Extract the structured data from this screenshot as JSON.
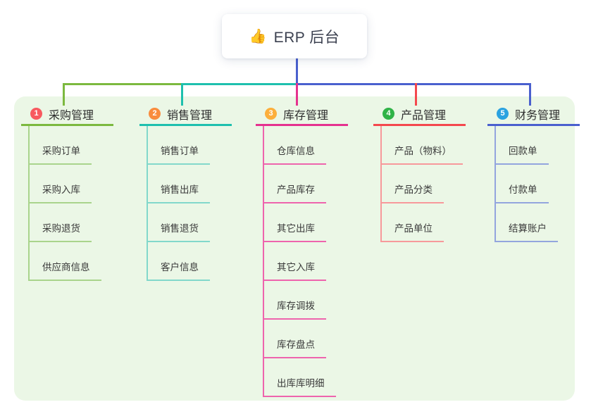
{
  "root": {
    "icon": "👍",
    "label": "ERP 后台"
  },
  "colors": {
    "canvas_bg": "#ffffff",
    "panel_bg": "#ebf7e6",
    "trunk_color": "#4a60ce",
    "root_text": "#3c4150",
    "branch_text": "#2e2e2e",
    "child_text": "#3a3a3a"
  },
  "branches": [
    {
      "num": "1",
      "label": "采购管理",
      "badge_color": "#f8595f",
      "line_color": "#7cb93f",
      "sub_line_color": "#a9d48c",
      "children": [
        "采购订单",
        "采购入库",
        "采购退货",
        "供应商信息"
      ]
    },
    {
      "num": "2",
      "label": "销售管理",
      "badge_color": "#f98c3d",
      "line_color": "#1ec0ae",
      "sub_line_color": "#82d8cb",
      "children": [
        "销售订单",
        "销售出库",
        "销售退货",
        "客户信息"
      ]
    },
    {
      "num": "3",
      "label": "库存管理",
      "badge_color": "#fcaf3c",
      "line_color": "#e5328f",
      "sub_line_color": "#ee64ad",
      "children": [
        "仓库信息",
        "产品库存",
        "其它出库",
        "其它入库",
        "库存调拨",
        "库存盘点",
        "出库库明细"
      ]
    },
    {
      "num": "4",
      "label": "产品管理",
      "badge_color": "#2fb347",
      "line_color": "#f4484e",
      "sub_line_color": "#f7999b",
      "children": [
        "产品（物料）",
        "产品分类",
        "产品单位"
      ]
    },
    {
      "num": "5",
      "label": "财务管理",
      "badge_color": "#2aa2e0",
      "line_color": "#4a60ce",
      "sub_line_color": "#93a5de",
      "children": [
        "回款单",
        "付款单",
        "结算账户"
      ]
    }
  ]
}
